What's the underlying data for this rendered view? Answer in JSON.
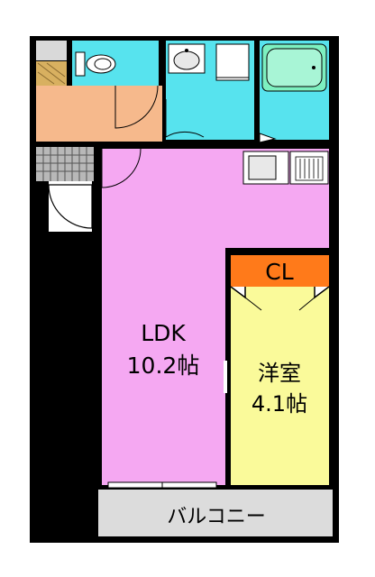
{
  "rooms": {
    "ldk": {
      "name": "LDK",
      "size": "10.2帖",
      "color": "#f5a8f2"
    },
    "western": {
      "name": "洋室",
      "size": "4.1帖",
      "color": "#fafa9a"
    },
    "closet": {
      "name": "CL",
      "color": "#ff7a1a"
    },
    "balcony": {
      "name": "バルコニー",
      "color": "#dcdcdc"
    },
    "entrance": {
      "color": "#f6b98c"
    },
    "wet_area": {
      "color": "#57e3ee"
    }
  },
  "icons": [
    "toilet-icon",
    "washbasin-icon",
    "washing-machine-icon",
    "bathtub-icon",
    "kitchen-sink-icon",
    "stove-icon",
    "shoe-rack-icon"
  ]
}
